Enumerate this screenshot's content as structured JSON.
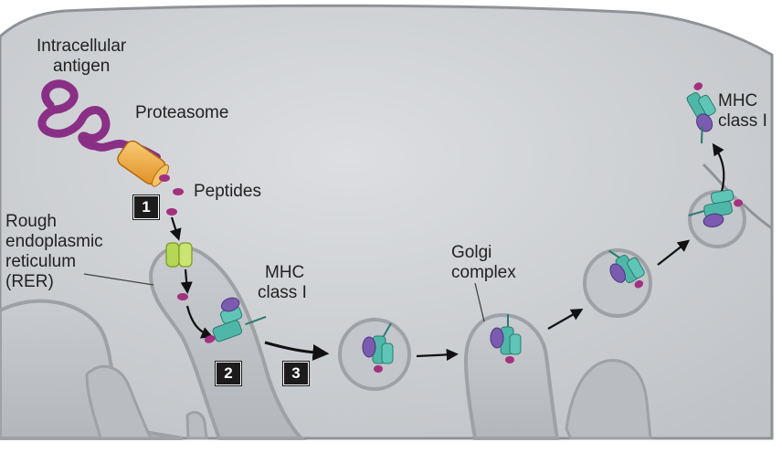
{
  "labels": {
    "intracellular_antigen": [
      "Intracellular",
      "antigen"
    ],
    "proteasome": "Proteasome",
    "peptides": "Peptides",
    "rer": [
      "Rough",
      "endoplasmic",
      "reticulum",
      "(RER)"
    ],
    "mhc_class_i_er": [
      "MHC",
      "class I"
    ],
    "golgi_complex": [
      "Golgi",
      "complex"
    ],
    "mhc_class_i_surface": [
      "MHC",
      "class I"
    ]
  },
  "steps": [
    "1",
    "2",
    "3"
  ],
  "colors": {
    "cytoplasm": "#d4d6d9",
    "membrane": "#9ea1a6",
    "lumen": "#c2c5c9",
    "antigen": "#8a2f86",
    "proteasome": "#f0a93a",
    "peptide": "#a3317f",
    "transporter": "#b6d655",
    "mhc_heavy": "#4fb7a8",
    "beta2m": "#7b5bb0"
  }
}
